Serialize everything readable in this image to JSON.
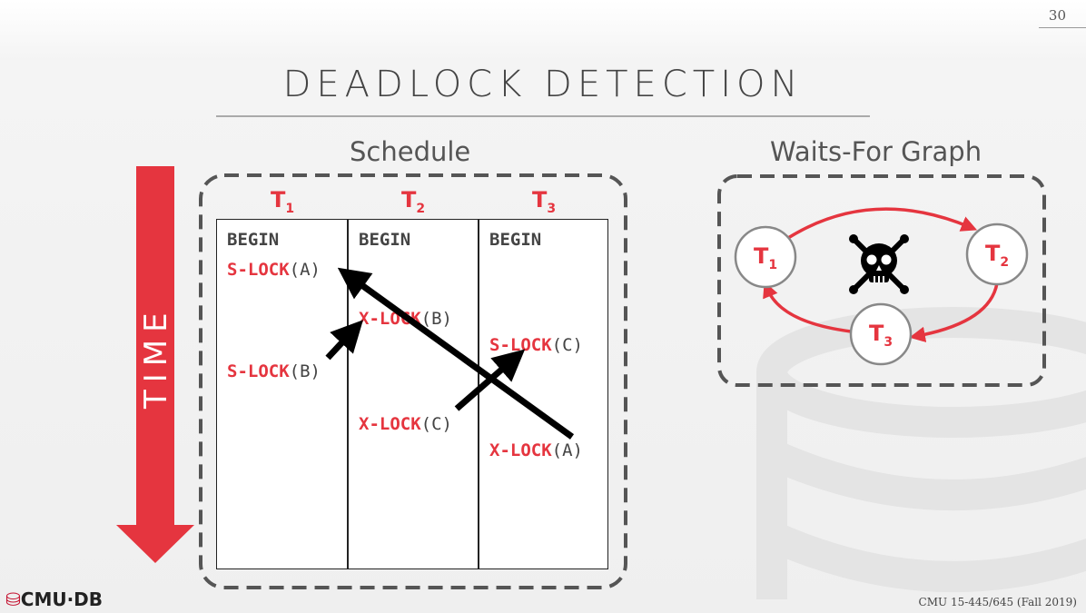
{
  "page_number": "30",
  "title": "DEADLOCK DETECTION",
  "schedule": {
    "heading": "Schedule",
    "time_label": "TIME",
    "columns": [
      {
        "name": "T",
        "sub": "1",
        "ops": [
          {
            "op": "BEGIN",
            "arg": "",
            "kind": "plain"
          },
          {
            "op": "S-LOCK",
            "arg": "(A)",
            "kind": "lock"
          },
          {
            "op": "S-LOCK",
            "arg": "(B)",
            "kind": "lock"
          }
        ]
      },
      {
        "name": "T",
        "sub": "2",
        "ops": [
          {
            "op": "BEGIN",
            "arg": "",
            "kind": "plain"
          },
          {
            "op": "X-LOCK",
            "arg": "(B)",
            "kind": "lock"
          },
          {
            "op": "X-LOCK",
            "arg": "(C)",
            "kind": "lock"
          }
        ]
      },
      {
        "name": "T",
        "sub": "3",
        "ops": [
          {
            "op": "BEGIN",
            "arg": "",
            "kind": "plain"
          },
          {
            "op": "S-LOCK",
            "arg": "(C)",
            "kind": "lock"
          },
          {
            "op": "X-LOCK",
            "arg": "(A)",
            "kind": "lock"
          }
        ]
      }
    ]
  },
  "graph": {
    "heading": "Waits-For Graph",
    "nodes": [
      {
        "name": "T",
        "sub": "1"
      },
      {
        "name": "T",
        "sub": "2"
      },
      {
        "name": "T",
        "sub": "3"
      }
    ],
    "edges": [
      [
        "T1",
        "T2"
      ],
      [
        "T2",
        "T3"
      ],
      [
        "T3",
        "T1"
      ]
    ],
    "deadlock_icon": "skull-crossbones-icon"
  },
  "footer": {
    "logo": "CMU·DB",
    "course": "CMU 15-445/645 (Fall 2019)"
  },
  "colors": {
    "accent": "#e5353f",
    "text": "#444444"
  }
}
